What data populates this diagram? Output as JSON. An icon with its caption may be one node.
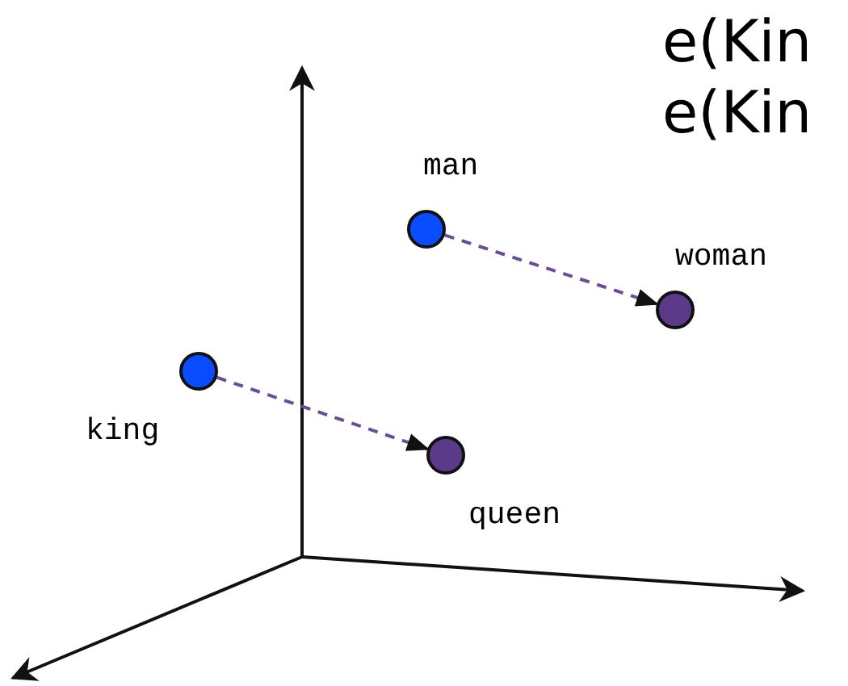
{
  "diagram": {
    "nodes": [
      {
        "text": [],
        "shape": "circle",
        "beside": [
          "man"
        ]
      },
      {
        "text": [],
        "shape": "circle",
        "beside": [
          "woman"
        ]
      },
      {
        "text": [],
        "shape": "circle",
        "beside": [
          "king"
        ]
      },
      {
        "text": [],
        "shape": "circle",
        "beside": [
          "queen"
        ]
      }
    ],
    "edges": [
      {
        "from": 0,
        "to": 1,
        "arrow": "to",
        "style": "dashed"
      },
      {
        "from": 2,
        "to": 3,
        "arrow": "to",
        "style": "dashed"
      }
    ],
    "labels": [
      "e(Kin",
      "e(Kin"
    ]
  }
}
